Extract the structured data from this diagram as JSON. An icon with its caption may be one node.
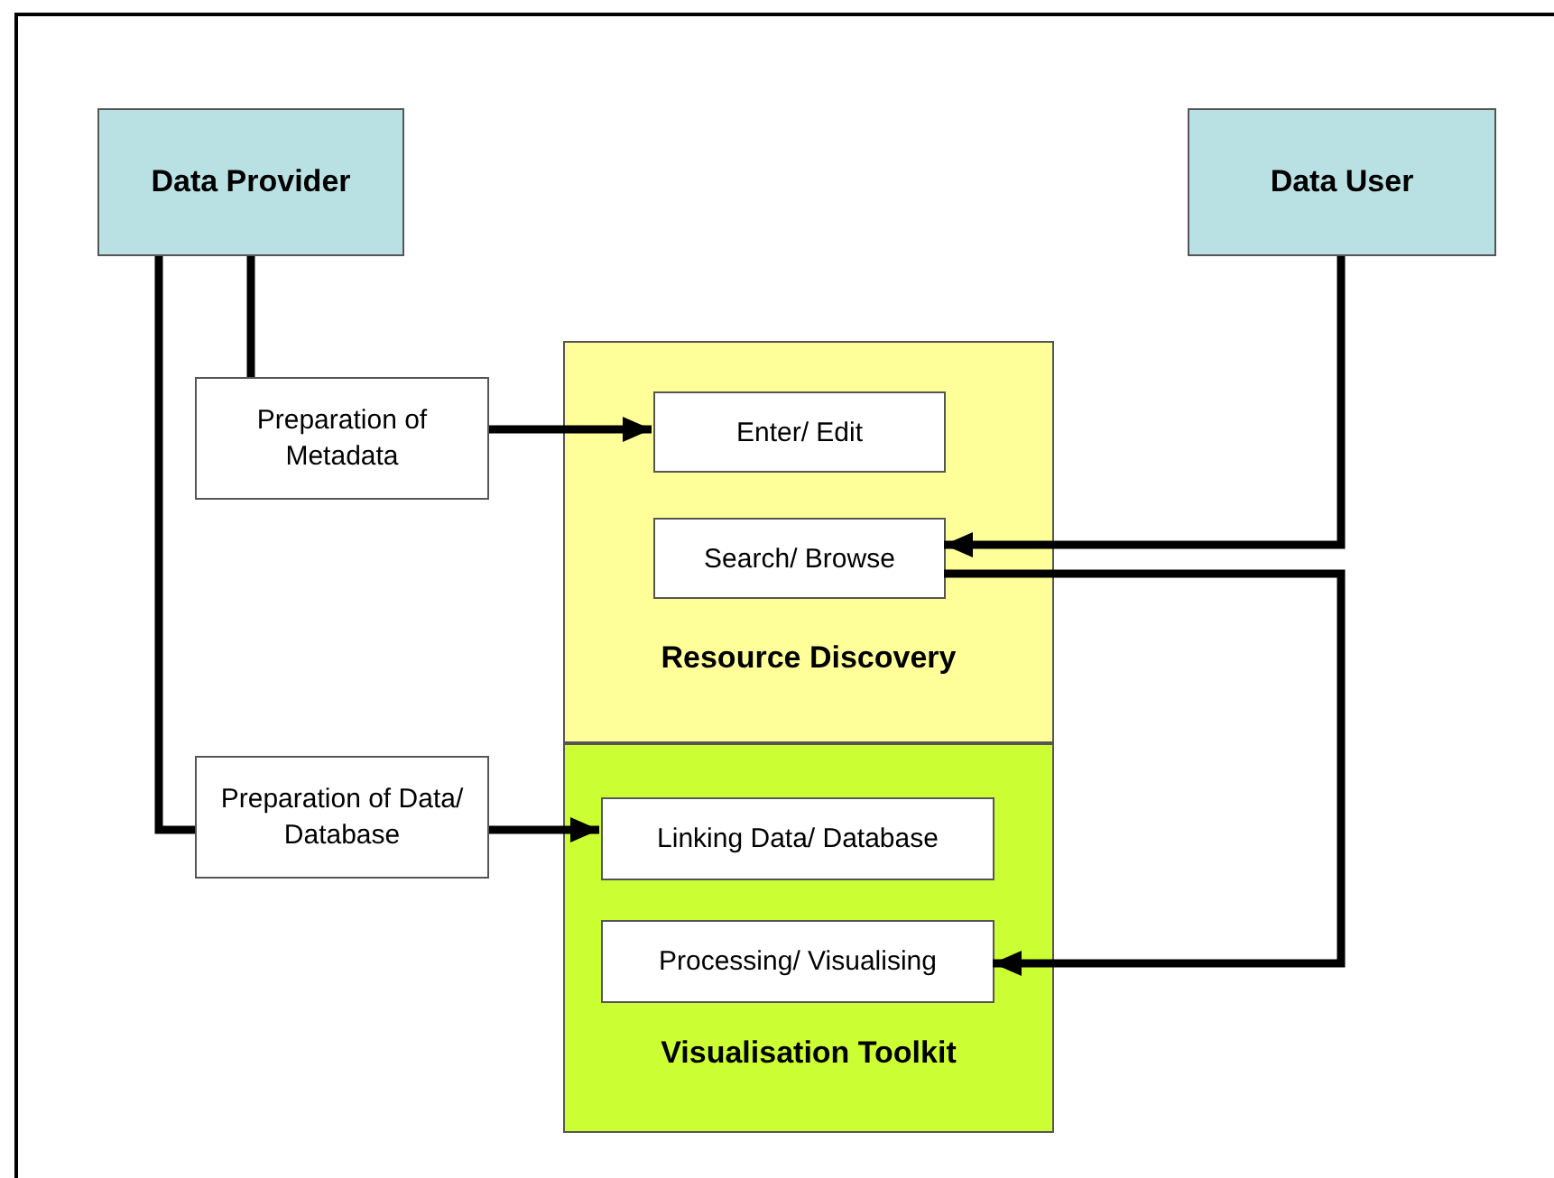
{
  "diagram": {
    "nodes": [
      {
        "text": [
          "Data Provider"
        ]
      },
      {
        "text": [
          "Data User"
        ]
      },
      {
        "text": [
          "Preparation of Metadata"
        ]
      },
      {
        "text": [
          "Resource Discovery"
        ]
      },
      {
        "text": [
          "Enter/ Edit"
        ],
        "in": 3
      },
      {
        "text": [
          "Search/ Browse"
        ],
        "in": 3
      },
      {
        "text": [
          "Preparation of Data/ Database"
        ]
      },
      {
        "text": [
          "Visualisation Toolkit"
        ]
      },
      {
        "text": [
          "Linking Data/ Database"
        ],
        "in": 7
      },
      {
        "text": [
          "Processing/ Visualising"
        ],
        "in": 7
      }
    ],
    "edges": [
      {
        "from": 0,
        "to": 2,
        "arrow": "none"
      },
      {
        "from": 0,
        "to": 6,
        "arrow": "none"
      },
      {
        "from": 2,
        "to": 4,
        "arrow": "to"
      },
      {
        "from": 6,
        "to": 8,
        "arrow": "to"
      },
      {
        "from": 1,
        "to": 5,
        "arrow": "to"
      },
      {
        "from": 5,
        "to": 9,
        "arrow": "to"
      }
    ]
  }
}
